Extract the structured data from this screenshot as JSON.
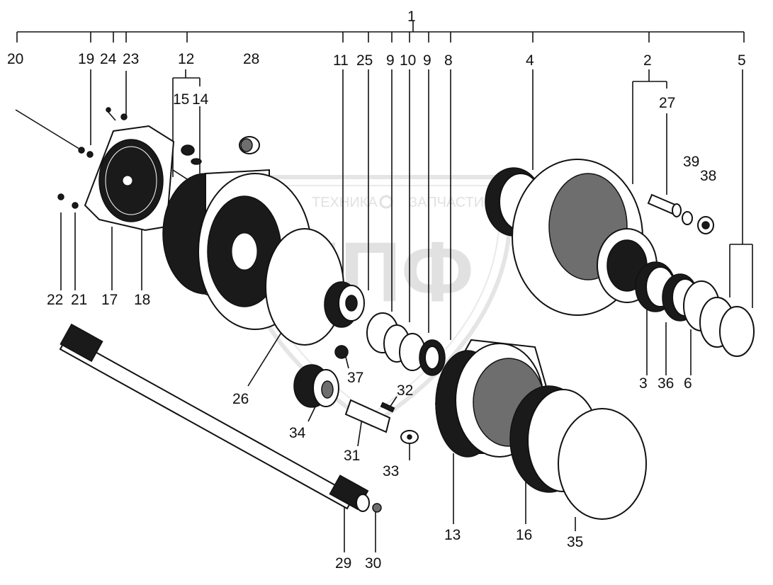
{
  "watermark": {
    "left_text": "ТЕХНИКА",
    "right_text": "ЗАПЧАСТИ",
    "logo_text": "ЕПФ"
  },
  "callouts": {
    "n1": "1",
    "n2": "2",
    "n3": "3",
    "n4": "4",
    "n5": "5",
    "n6": "6",
    "n8": "8",
    "n9a": "9",
    "n9b": "9",
    "n10": "10",
    "n11": "11",
    "n12": "12",
    "n13": "13",
    "n14": "14",
    "n15": "15",
    "n16": "16",
    "n17": "17",
    "n18": "18",
    "n19": "19",
    "n20": "20",
    "n21": "21",
    "n22": "22",
    "n23": "23",
    "n24": "24",
    "n25": "25",
    "n26": "26",
    "n27": "27",
    "n28": "28",
    "n29": "29",
    "n30": "30",
    "n31": "31",
    "n32": "32",
    "n33": "33",
    "n34": "34",
    "n35": "35",
    "n36": "36",
    "n37": "37",
    "n38": "38",
    "n39": "39"
  }
}
